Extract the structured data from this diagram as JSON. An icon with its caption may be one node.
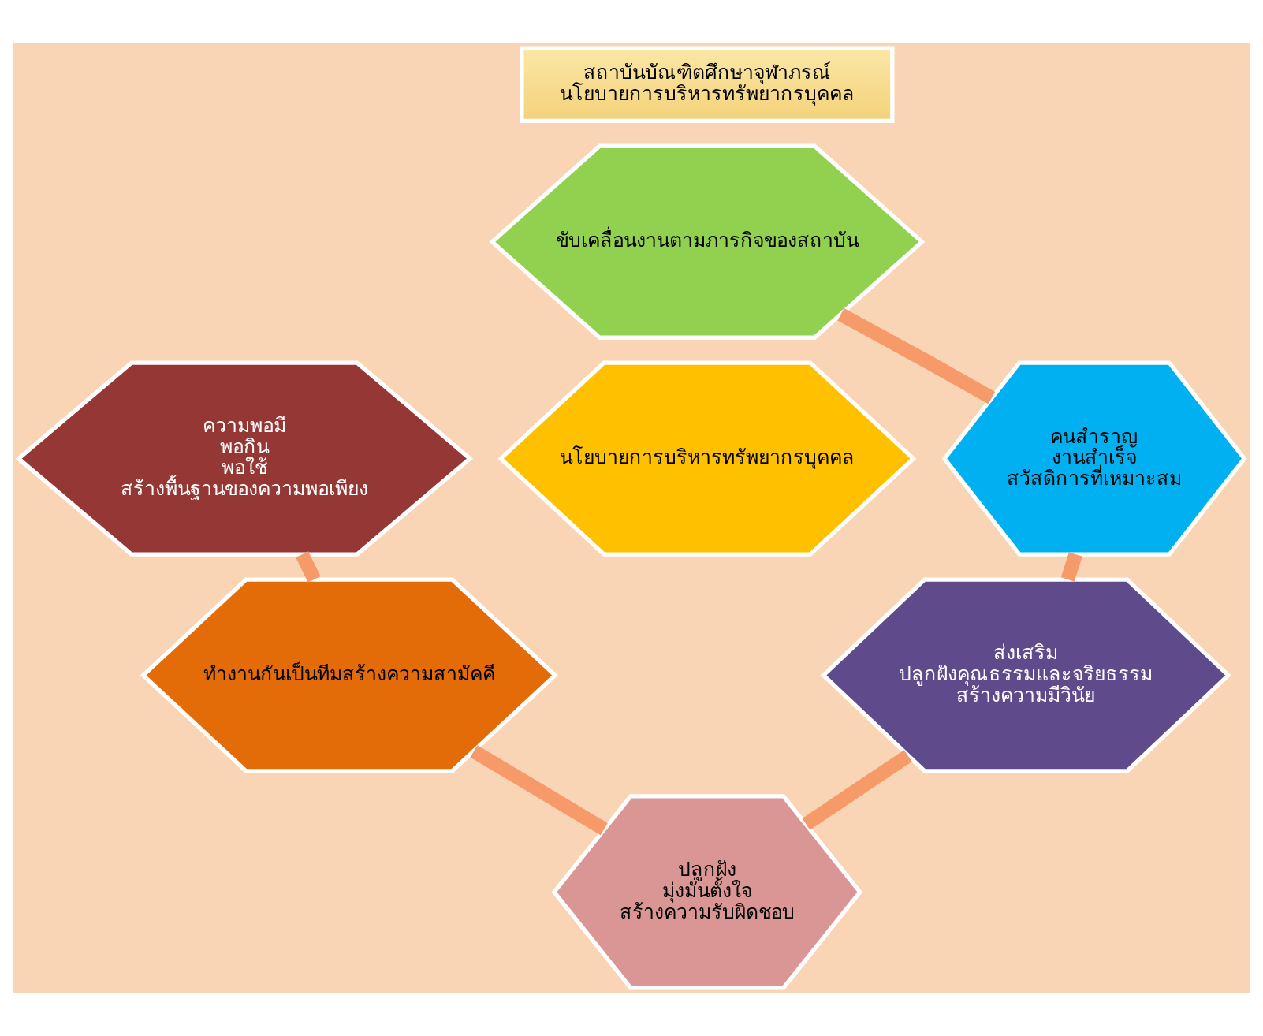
{
  "diagram": {
    "nodes": [
      {
        "text": [
          "สถาบันบัณฑิตศึกษาจุฬาภรณ์",
          "นโยบายการบริหารทรัพยากรบุคคล"
        ]
      },
      {
        "text": [
          "นโยบายการบริหารทรัพยากรบุคคล"
        ]
      },
      {
        "text": [
          "ขับเคลื่อนงานตามภารกิจของสถาบัน"
        ]
      },
      {
        "text": [
          "คนสำราญ งานสำเร็จ สวัสดิการที่เหมาะสม"
        ]
      },
      {
        "text": [
          "ส่งเสริม ปลูกฝังคุณธรรมและจริยธรรม สร้างความมีวินัย"
        ]
      },
      {
        "text": [
          "ปลูกฝัง มุ่งมั่นตั้งใจ สร้างความรับผิดชอบ"
        ]
      },
      {
        "text": [
          "ทำงานกันเป็นทีมสร้างความสามัคคี"
        ]
      },
      {
        "text": [
          "ความพอมี พอกิน พอใช้ สร้างพื้นฐานของความพอเพียง"
        ]
      }
    ],
    "edges": [
      {
        "from": 2,
        "to": 3,
        "arrow": "none"
      },
      {
        "from": 3,
        "to": 4,
        "arrow": "none"
      },
      {
        "from": 4,
        "to": 5,
        "arrow": "none"
      },
      {
        "from": 5,
        "to": 6,
        "arrow": "none"
      },
      {
        "from": 6,
        "to": 7,
        "arrow": "none"
      }
    ]
  }
}
